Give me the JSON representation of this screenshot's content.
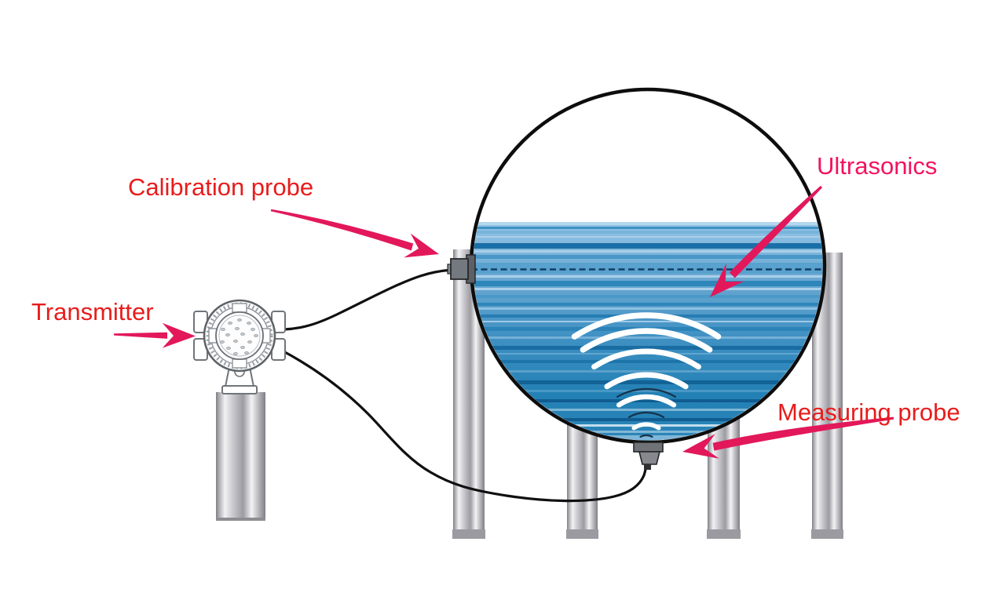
{
  "figure": {
    "type": "technical-diagram",
    "subject": "Ultrasonic level measurement on a spherical tank"
  },
  "labels": {
    "calibration_probe": "Calibration probe",
    "transmitter": "Transmitter",
    "ultrasonics": "Ultrasonics",
    "measuring_probe": "Measuring probe"
  },
  "colors": {
    "label_red": "#e81c1c",
    "label_pink": "#f3135d",
    "arrow_pink": "#e2185b",
    "tank_outline": "#0d0d0d",
    "cable_black": "#101010",
    "water_surface_light": "#93c4e6",
    "water_deep": "#2280b4",
    "wave_white": "#ffffff",
    "wave_dark": "#16324a",
    "dashed_level_line": "#0f3f66",
    "probe_grey": "#74797f",
    "metal_light": "#f2f2f4",
    "metal_dark": "#7f7f85"
  },
  "components": [
    "spherical-tank",
    "liquid",
    "calibration-level-line",
    "ultrasonic-waves",
    "calibration-probe",
    "measuring-probe",
    "transmitter-unit",
    "support-legs",
    "signal-cables"
  ]
}
